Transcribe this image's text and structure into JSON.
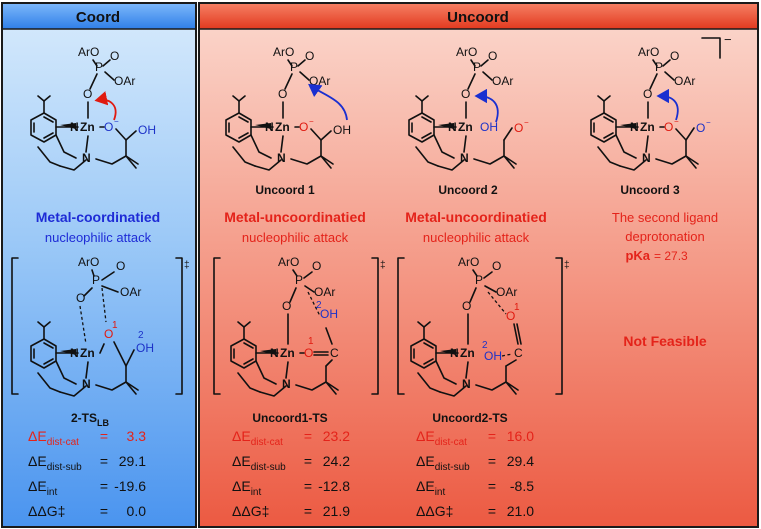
{
  "headers": {
    "coord": "Coord",
    "uncoord": "Uncoord"
  },
  "atoms": {
    "aro": "ArO",
    "oar": "OAr",
    "p": "P",
    "o": "O",
    "zn": "Zn",
    "n": "N",
    "o_minus": "O",
    "oh": "OH",
    "ho": "OH",
    "charge_minus": "−",
    "dagger": "‡",
    "lone_minus": "⌐",
    "num1": "1",
    "num2": "2",
    "c": "C"
  },
  "structures": {
    "top": [
      "Uncoord 1",
      "Uncoord 2",
      "Uncoord 3"
    ],
    "ts": [
      "2-TS",
      "Uncoord1-TS",
      "Uncoord2-TS"
    ],
    "ts_sub": "LB"
  },
  "descriptions": {
    "coord": {
      "title": "Metal-coordinatied",
      "subtitle": "nucleophilic attack"
    },
    "uncoord1": {
      "title": "Metal-uncoordinatied",
      "subtitle": "nucleophilic attack"
    },
    "uncoord2": {
      "title": "Metal-uncoordinatied",
      "subtitle": "nucleophilic attack"
    },
    "uncoord3": {
      "line1": "The second ligand",
      "line2": "deprotonation",
      "pka_label": "pKa",
      "pka_value": "= 27.3"
    }
  },
  "not_feasible": "Not Feasible",
  "energy_labels": {
    "delta": "ΔE",
    "ddg": "ΔΔG‡",
    "sub_dist_cat": "dist-cat",
    "sub_dist_sub": "dist-sub",
    "sub_int": "int"
  },
  "energies": [
    {
      "dist_cat": "3.3",
      "dist_sub": "29.1",
      "int": "-19.6",
      "ddg": "0.0"
    },
    {
      "dist_cat": "23.2",
      "dist_sub": "24.2",
      "int": "-12.8",
      "ddg": "21.9"
    },
    {
      "dist_cat": "16.0",
      "dist_sub": "29.4",
      "int": "-8.5",
      "ddg": "21.0"
    }
  ],
  "colors": {
    "coord_blue": "#3c8df0",
    "uncoord_red": "#ea4c33",
    "title_blue": "#1e2bd6",
    "title_red": "#e4231a",
    "arrow_red": "#e01a10",
    "arrow_blue": "#1a2fd0"
  }
}
